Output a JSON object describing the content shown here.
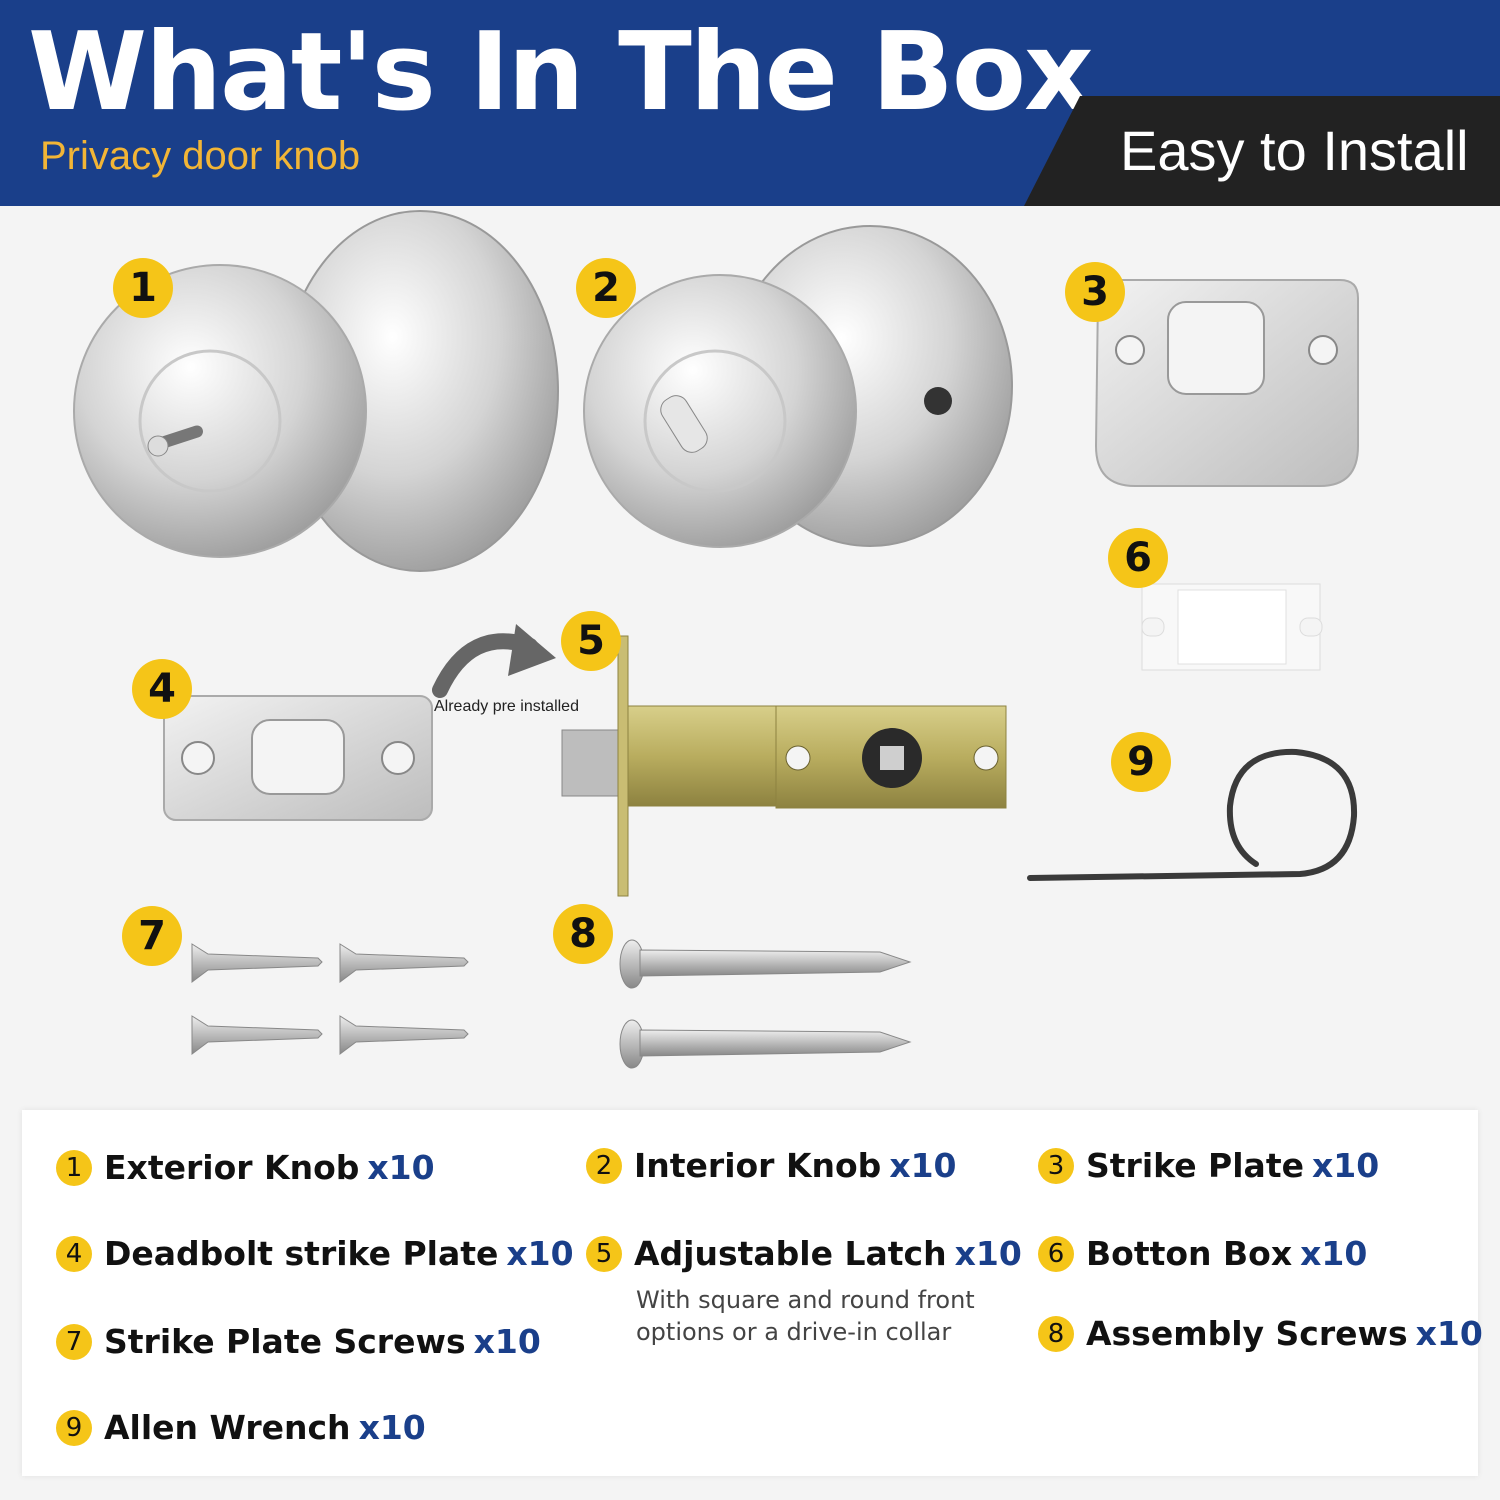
{
  "header": {
    "title": "What's In The Box",
    "subtitle": "Privacy door knob",
    "tagline": "Easy to Install"
  },
  "colors": {
    "header_blue": "#1a3f8a",
    "accent_orange": "#f2b536",
    "badge_yellow": "#f5c518",
    "dark_band": "#222222"
  },
  "annotation": "Already pre installed",
  "badges": [
    "1",
    "2",
    "3",
    "4",
    "5",
    "6",
    "7",
    "8",
    "9"
  ],
  "items": [
    {
      "num": "1",
      "label": "Exterior Knob",
      "qty": "x10"
    },
    {
      "num": "2",
      "label": "Interior Knob",
      "qty": "x10"
    },
    {
      "num": "3",
      "label": "Strike Plate",
      "qty": "x10"
    },
    {
      "num": "4",
      "label": "Deadbolt strike Plate",
      "qty": "x10"
    },
    {
      "num": "5",
      "label": "Adjustable Latch",
      "qty": "x10",
      "note": "With square and round front options or a drive-in collar"
    },
    {
      "num": "6",
      "label": "Botton Box",
      "qty": "x10"
    },
    {
      "num": "7",
      "label": "Strike Plate Screws",
      "qty": "x10"
    },
    {
      "num": "8",
      "label": "Assembly Screws",
      "qty": "x10"
    },
    {
      "num": "9",
      "label": "Allen Wrench",
      "qty": "x10"
    }
  ]
}
